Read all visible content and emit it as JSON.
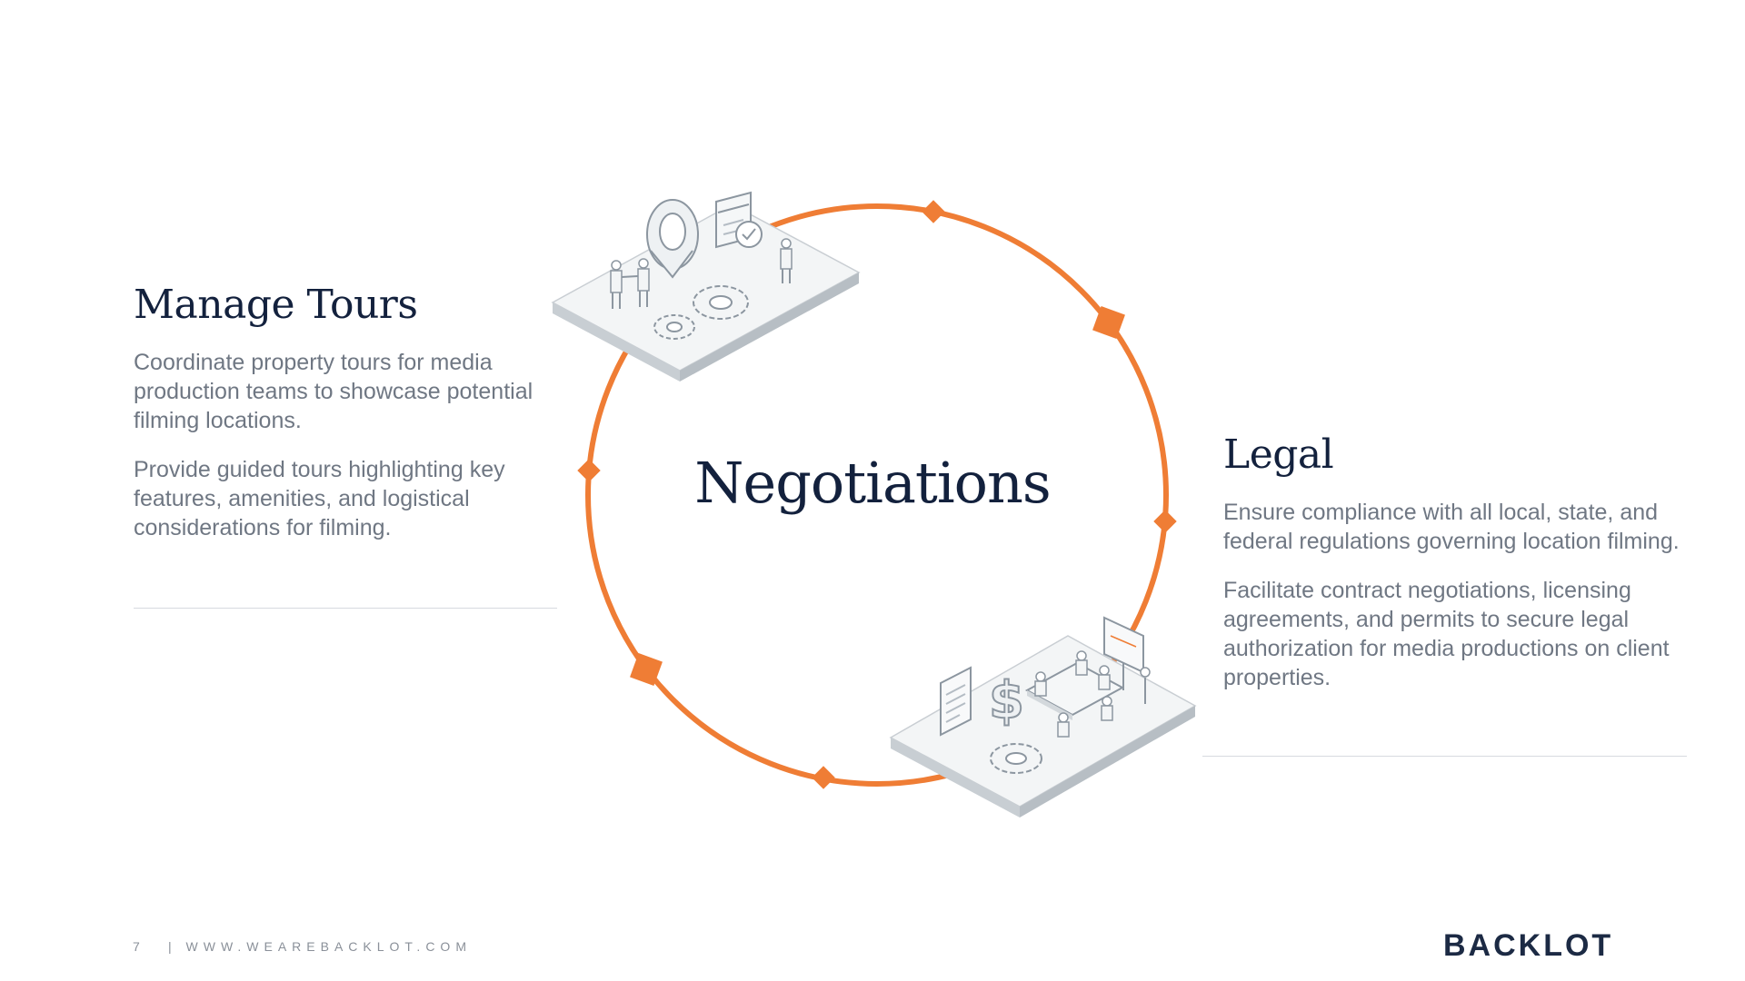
{
  "center": {
    "title": "Negotiations"
  },
  "left_section": {
    "heading": "Manage Tours",
    "paragraph1": "Coordinate property tours for media production teams to showcase potential filming locations.",
    "paragraph2": "Provide guided tours highlighting key features, amenities, and logistical considerations for filming."
  },
  "right_section": {
    "heading": "Legal",
    "paragraph1": "Ensure compliance with all local, state, and federal regulations governing location filming.",
    "paragraph2": "Facilitate contract negotiations, licensing agreements, and permits to secure legal authorization for media productions on client properties."
  },
  "footer": {
    "page_number": "7",
    "url": "| WWW.WEAREBACKLOT.COM"
  },
  "brand": {
    "logo_text": "BACKLOT"
  },
  "colors": {
    "accent": "#ef7d35",
    "heading": "#13213d",
    "body_text": "#6f7783",
    "divider": "#d7dadf"
  },
  "icons": [
    "location-pin-icon",
    "calendar-icon",
    "handshake-people-icon",
    "gears-icon",
    "document-icon",
    "dollar-icon",
    "meeting-table-icon",
    "presentation-board-icon"
  ]
}
